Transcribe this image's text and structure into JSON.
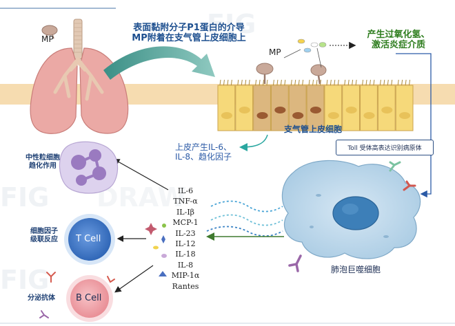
{
  "title_lines": [
    "表面黏附分子P1蛋白的介导",
    "MP附着在支气管上皮细胞上"
  ],
  "mp_label_left": "MP",
  "mp_label_mid": "MP",
  "result_lines": [
    "产生过氧化氢、",
    "激活炎症介质"
  ],
  "epithelium_label": "支气管上皮细胞",
  "epithelium_output_lines": [
    "上皮产生IL-6、",
    "IL-8、趋化因子"
  ],
  "toll_box": "Toll 受体高表达识别病原体",
  "macrophage_label": "肺泡巨噬细胞",
  "cytokines": [
    "IL-6",
    "TNF-α",
    "IL-Iβ",
    "MCP-1",
    "IL-23",
    "IL-12",
    "IL-18",
    "IL-8",
    "MIP-1α",
    "Rantes"
  ],
  "neutrophil_label_lines": [
    "中性粒细胞",
    "趋化作用"
  ],
  "tcell_side_lines": [
    "细胞因子",
    "级联反应"
  ],
  "tcell_label": "T Cell",
  "bcell_side": "分泌抗体",
  "bcell_label": "B Cell",
  "colors": {
    "title_blue": "#1d4f8f",
    "result_green": "#2e7d1e",
    "band": "#f6dcb0",
    "macrophage": "#b9d6ea",
    "neutrophil": "#ddd2ee",
    "tcell": "#3c77c6",
    "bcell": "#f0a4aa"
  }
}
